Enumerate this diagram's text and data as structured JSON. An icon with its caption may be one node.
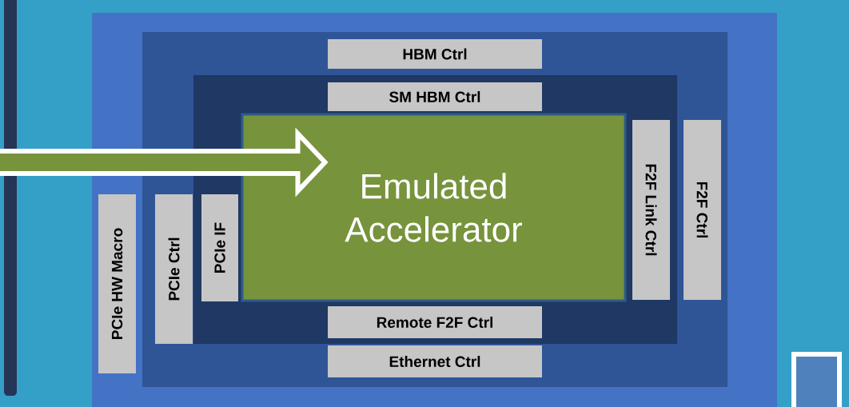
{
  "diagram": {
    "nodes": [
      {
        "text": [],
        "shape": "box"
      },
      {
        "text": [],
        "shape": "box",
        "in": 0
      },
      {
        "text": [],
        "shape": "box",
        "in": 1
      },
      {
        "text": [
          "Emulated Accelerator"
        ],
        "in": 2
      },
      {
        "text": [
          "HBM Ctrl"
        ],
        "in": 1
      },
      {
        "text": [
          "SM HBM Ctrl"
        ],
        "in": 2
      },
      {
        "text": [
          "PCIe HW Macro"
        ],
        "in": 0
      },
      {
        "text": [
          "PCIe Ctrl"
        ],
        "in": 1
      },
      {
        "text": [
          "PCIe IF"
        ],
        "in": 2
      },
      {
        "text": [
          "F2F Link  Ctrl"
        ],
        "in": 2
      },
      {
        "text": [
          "F2F  Ctrl"
        ],
        "in": 1
      },
      {
        "text": [
          "Remote F2F Ctrl"
        ],
        "in": 2
      },
      {
        "text": [
          "Ethernet Ctrl"
        ],
        "in": 1
      }
    ],
    "edges": [
      {
        "from": null,
        "to": 3,
        "arrow": "to"
      }
    ]
  }
}
